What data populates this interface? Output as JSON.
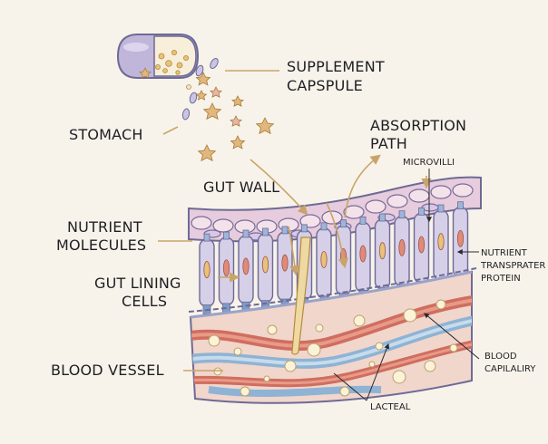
{
  "labels": {
    "supplement_capsule": [
      "SUPPLEMENT",
      "CAPSPULE"
    ],
    "stomach": "STOMACH",
    "gut_wall": "GUT WALL",
    "absorption_path": [
      "ABSORPTION",
      "PATH"
    ],
    "microvilli": "MICROVILLI",
    "nutrient_molecules": [
      "NUTRIENT",
      "MOLECULES"
    ],
    "gut_lining_cells": [
      "GUT LINING",
      "CELLS"
    ],
    "nutrient_transporter_protein": [
      "NUTRIENT",
      "TRANSPRATER",
      "PROTEIN"
    ],
    "blood_vessel": "BLOOD VESSEL",
    "blood_capillary": [
      "BLOOD",
      "CAPILALIRY"
    ],
    "lacteal": "LACTEAL"
  },
  "colors": {
    "background": "#f8f3ea",
    "capsule": "#bfb6da",
    "cell_body": "#d6cfe8",
    "cell_outline": "#6e6a96",
    "nucleus": "#e08b7a",
    "gold": "#e8c27a",
    "star": "#e0b77c",
    "tissue": "#f1d6cc",
    "artery": "#cf6e60",
    "vein": "#8fb3d4",
    "lacteal": "#efd9a2",
    "leader": "#c9a46a"
  }
}
